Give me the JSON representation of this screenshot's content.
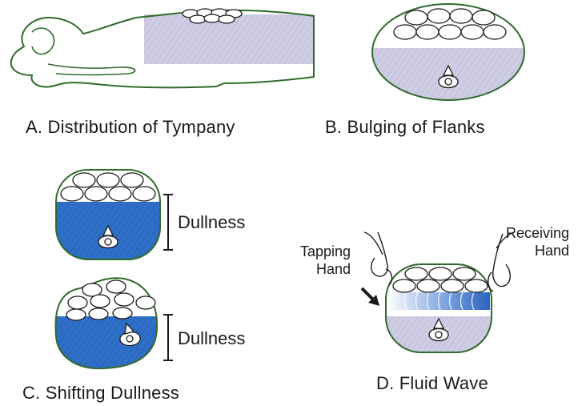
{
  "panels": {
    "a": {
      "caption": "A. Distribution of Tympany"
    },
    "b": {
      "caption": "B. Bulging of Flanks"
    },
    "c": {
      "caption": "C. Shifting Dullness",
      "dullness_top": "Dullness",
      "dullness_bottom": "Dullness"
    },
    "d": {
      "caption": "D. Fluid Wave",
      "tapping_line1": "Tapping",
      "tapping_line2": "Hand",
      "receiving_line1": "Receiving",
      "receiving_line2": "Hand"
    }
  },
  "colors": {
    "outline": "#2f6b2a",
    "fluid_light": "#cfcde4",
    "fluid_dark": "#2f6fc7",
    "ink": "#1a1a1a"
  }
}
